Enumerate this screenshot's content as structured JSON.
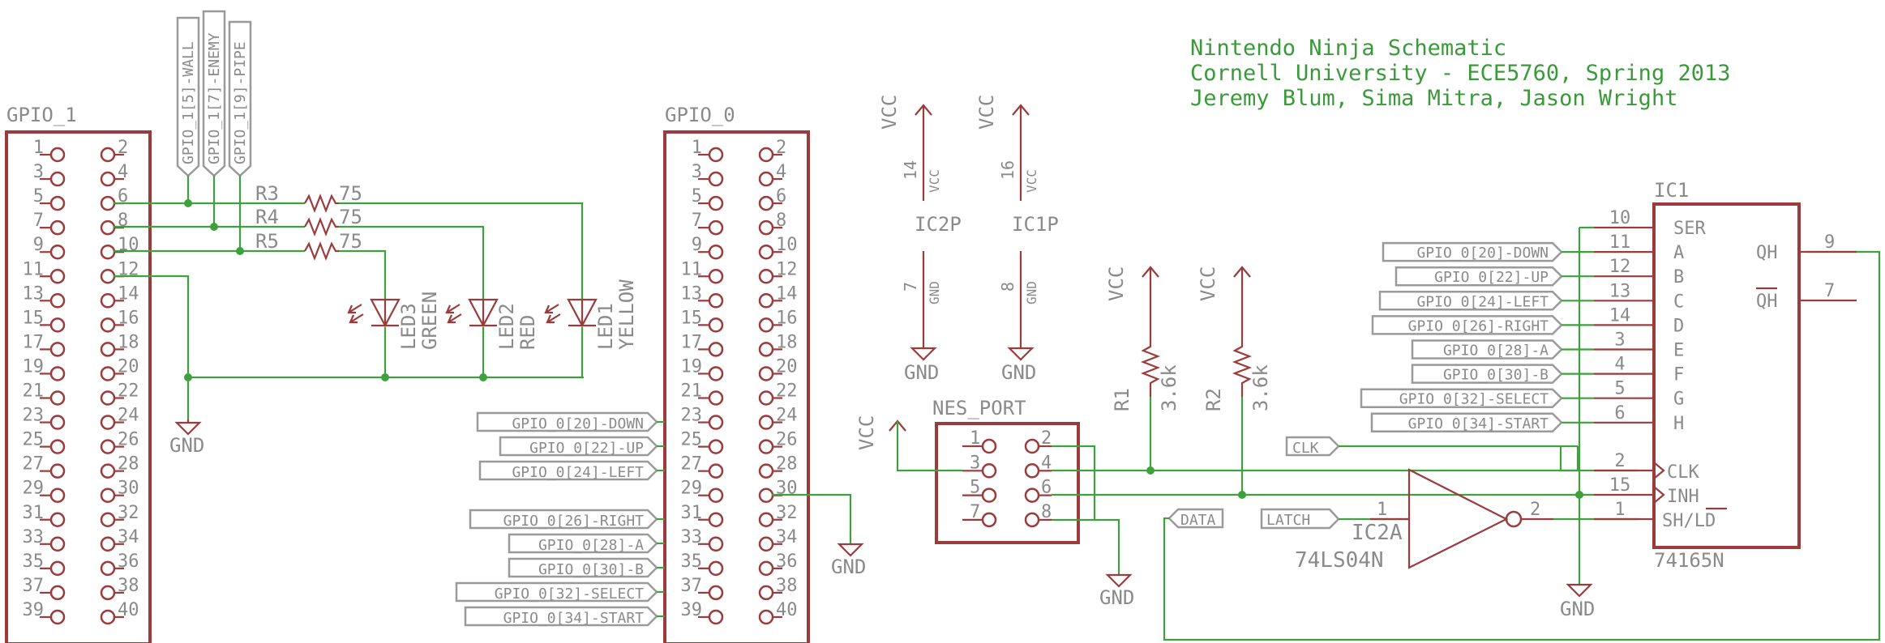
{
  "title_block": {
    "line1": "Nintendo Ninja Schematic",
    "line2": "Cornell University - ECE5760, Spring 2013",
    "line3": "Jeremy Blum, Sima Mitra, Jason Wright"
  },
  "gpio1": {
    "name": "GPIO_1",
    "left_pins": [
      "1",
      "3",
      "5",
      "7",
      "9",
      "11",
      "13",
      "15",
      "17",
      "19",
      "21",
      "23",
      "25",
      "27",
      "29",
      "31",
      "33",
      "35",
      "37",
      "39"
    ],
    "right_pins": [
      "2",
      "4",
      "6",
      "8",
      "10",
      "12",
      "14",
      "16",
      "18",
      "20",
      "22",
      "24",
      "26",
      "28",
      "30",
      "32",
      "34",
      "36",
      "38",
      "40"
    ],
    "vertical_labels": [
      "GPIO_1[5]-WALL",
      "GPIO_1[7]-ENEMY",
      "GPIO_1[9]-PIPE"
    ]
  },
  "gpio0": {
    "name": "GPIO_0",
    "left_pins": [
      "1",
      "3",
      "5",
      "7",
      "9",
      "11",
      "13",
      "15",
      "17",
      "19",
      "21",
      "23",
      "25",
      "27",
      "29",
      "31",
      "33",
      "35",
      "37",
      "39"
    ],
    "right_pins": [
      "2",
      "4",
      "6",
      "8",
      "10",
      "12",
      "14",
      "16",
      "18",
      "20",
      "22",
      "24",
      "26",
      "28",
      "30",
      "32",
      "34",
      "36",
      "38",
      "40"
    ],
    "net_labels": [
      "GPIO_0[20]-DOWN",
      "GPIO_0[22]-UP",
      "GPIO_0[24]-LEFT",
      "GPIO_0[26]-RIGHT",
      "GPIO_0[28]-A",
      "GPIO_0[30]-B",
      "GPIO_0[32]-SELECT",
      "GPIO_0[34]-START"
    ]
  },
  "resistors": [
    {
      "name": "R3",
      "value": "75"
    },
    {
      "name": "R4",
      "value": "75"
    },
    {
      "name": "R5",
      "value": "75"
    },
    {
      "name": "R1",
      "value": "3.6k"
    },
    {
      "name": "R2",
      "value": "3.6k"
    }
  ],
  "leds": [
    {
      "name": "LED3",
      "color": "GREEN"
    },
    {
      "name": "LED2",
      "color": "RED"
    },
    {
      "name": "LED1",
      "color": "YELLOW"
    }
  ],
  "power": {
    "vcc": "VCC",
    "gnd": "GND"
  },
  "ic2p": {
    "name": "IC2P",
    "vcc_pin": "14",
    "gnd_pin": "7",
    "vcc_label": "VCC",
    "gnd_label": "GND"
  },
  "ic1p": {
    "name": "IC1P",
    "vcc_pin": "16",
    "gnd_pin": "8",
    "vcc_label": "VCC",
    "gnd_label": "GND"
  },
  "nes_port": {
    "name": "NES_PORT",
    "left_pins": [
      "1",
      "3",
      "5",
      "7"
    ],
    "right_pins": [
      "2",
      "4",
      "6",
      "8"
    ]
  },
  "net_flags": {
    "clk": "CLK",
    "data": "DATA",
    "latch": "LATCH"
  },
  "ic2a": {
    "name": "IC2A",
    "part": "74LS04N",
    "in_pin": "1",
    "out_pin": "2"
  },
  "ic1": {
    "name": "IC1",
    "part": "74165N",
    "inputs": [
      {
        "pin": "10",
        "name": "SER",
        "label": ""
      },
      {
        "pin": "11",
        "name": "A",
        "label": "GPIO_0[20]-DOWN"
      },
      {
        "pin": "12",
        "name": "B",
        "label": "GPIO_0[22]-UP"
      },
      {
        "pin": "13",
        "name": "C",
        "label": "GPIO_0[24]-LEFT"
      },
      {
        "pin": "14",
        "name": "D",
        "label": "GPIO_0[26]-RIGHT"
      },
      {
        "pin": "3",
        "name": "E",
        "label": "GPIO_0[28]-A"
      },
      {
        "pin": "4",
        "name": "F",
        "label": "GPIO_0[30]-B"
      },
      {
        "pin": "5",
        "name": "G",
        "label": "GPIO_0[32]-SELECT"
      },
      {
        "pin": "6",
        "name": "H",
        "label": "GPIO_0[34]-START"
      }
    ],
    "control": [
      {
        "pin": "2",
        "name": "CLK"
      },
      {
        "pin": "15",
        "name": "INH"
      },
      {
        "pin": "1",
        "name": "SH/LD"
      }
    ],
    "outputs": [
      {
        "pin": "9",
        "name": "QH"
      },
      {
        "pin": "7",
        "name": "QH"
      }
    ]
  },
  "colors": {
    "component": "#9b3b3b",
    "wire": "#3ea13e",
    "label": "#8a8a8a",
    "title": "#3a9a3a"
  }
}
